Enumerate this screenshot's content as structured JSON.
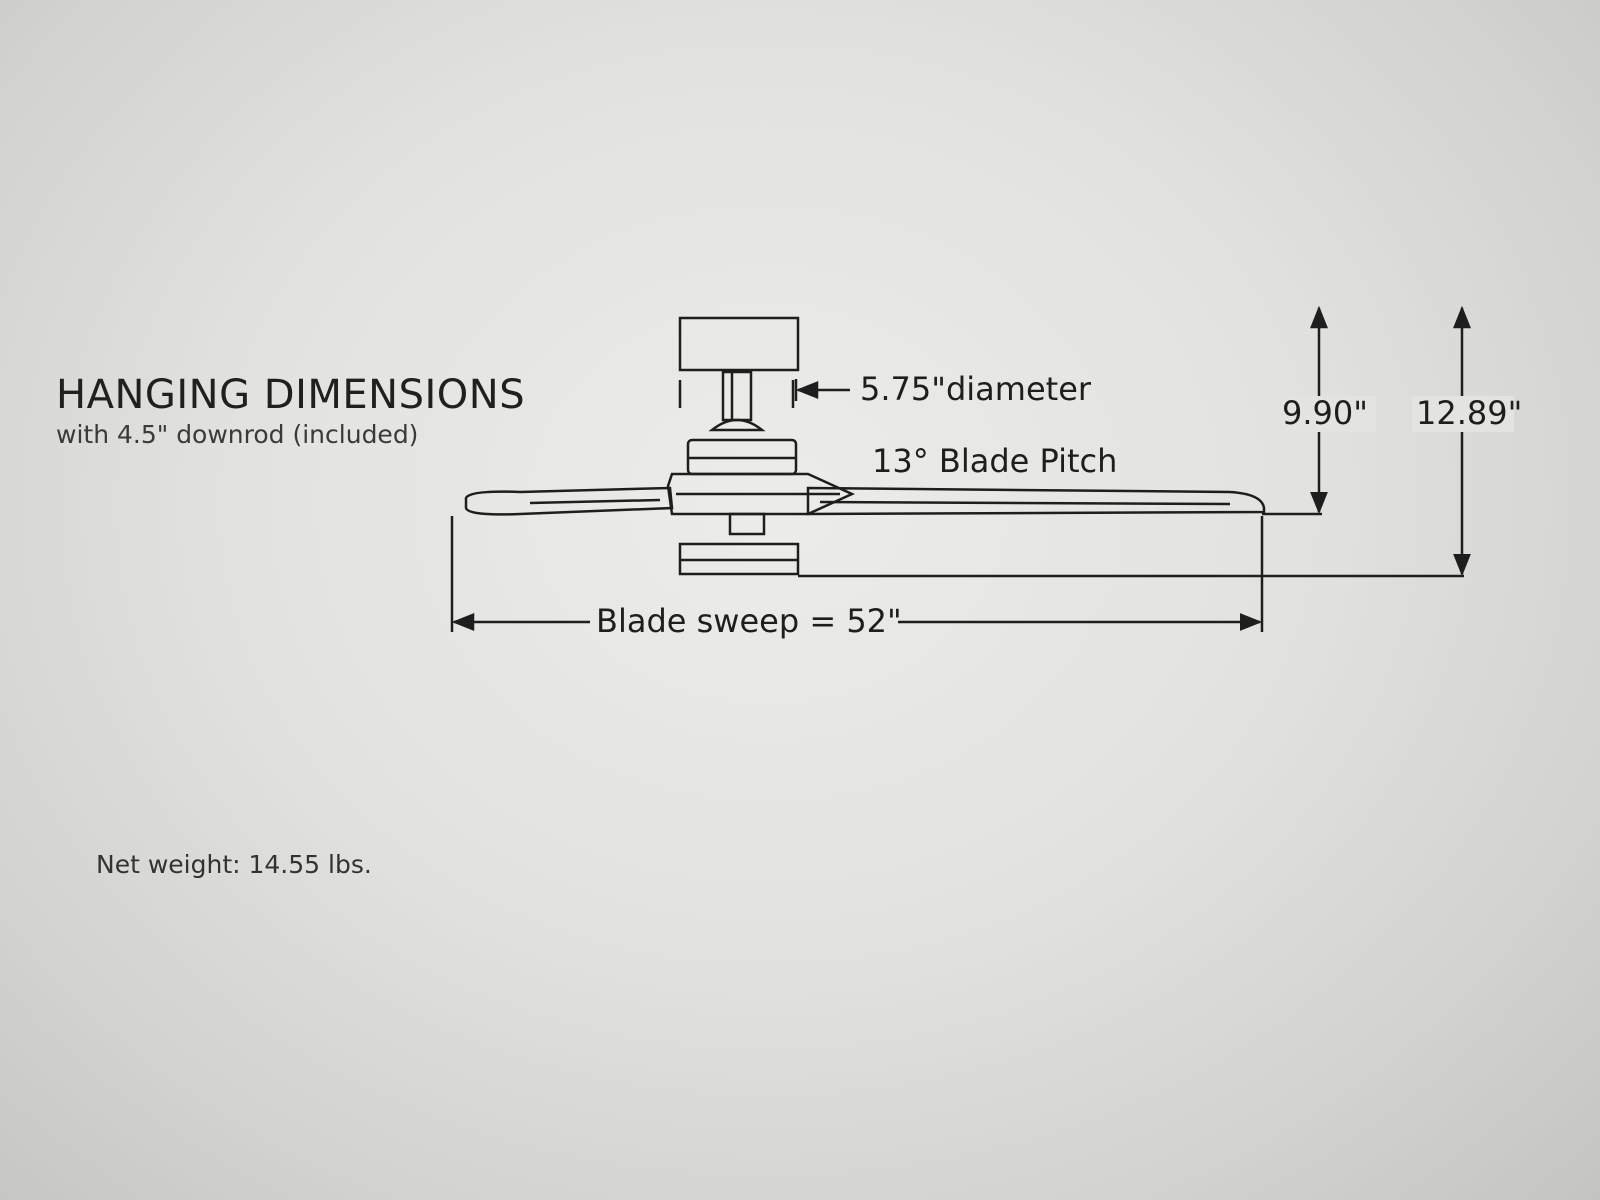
{
  "header": {
    "title": "HANGING DIMENSIONS",
    "subtitle": "with 4.5\" downrod (included)"
  },
  "dimensions": {
    "canopy_diameter": "5.75\"diameter",
    "blade_pitch": "13° Blade Pitch",
    "height_to_blade": "9.90\"",
    "overall_height": "12.89\"",
    "blade_sweep": "Blade sweep = 52\""
  },
  "footer": {
    "net_weight": "Net weight: 14.55 lbs."
  },
  "colors": {
    "line": "#1e1e1e",
    "background": "#e4e4e0"
  }
}
